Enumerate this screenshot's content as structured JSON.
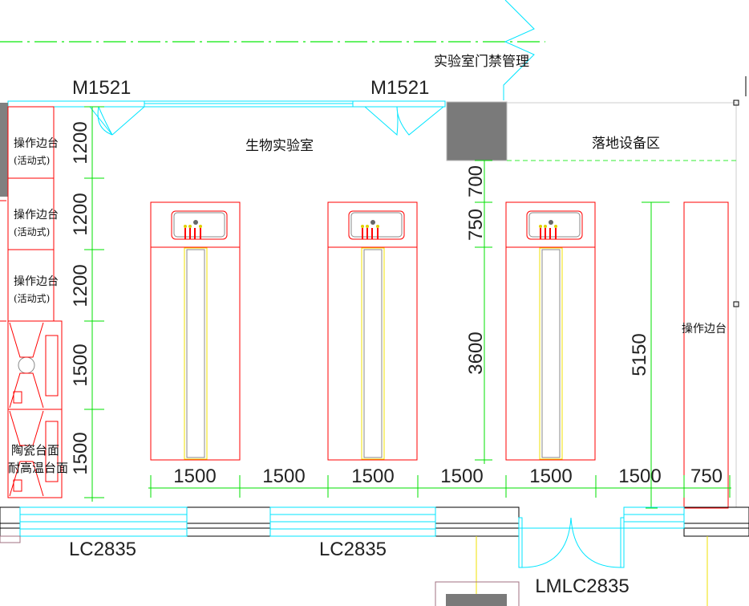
{
  "labels": {
    "door_left": "M1521",
    "door_mid": "M1521",
    "access_control": "实验室门禁管理",
    "bio_lab": "生物实验室",
    "floor_equipment": "落地设备区",
    "side_bench": "操作边台",
    "side_bench_mobile": "(活动式)",
    "ceramic_top": "陶瓷台面",
    "heat_resistant_top": "耐高温台面",
    "right_side_bench": "操作边台",
    "window_left": "LC2835",
    "window_mid": "LC2835",
    "door_bottom": "LMLC2835"
  },
  "dims_left": [
    "1200",
    "1200",
    "1200",
    "1500",
    "1500"
  ],
  "dims_right": [
    "700",
    "750",
    "3600"
  ],
  "dim_tall": "5150",
  "dims_bottom": [
    "1500",
    "1500",
    "1500",
    "1500",
    "1500",
    "1500",
    "750"
  ],
  "colors": {
    "wall": "#000000",
    "window": "#00e5ff",
    "furniture": "#ff0000",
    "dimension": "#00e000",
    "column": "#808080"
  }
}
